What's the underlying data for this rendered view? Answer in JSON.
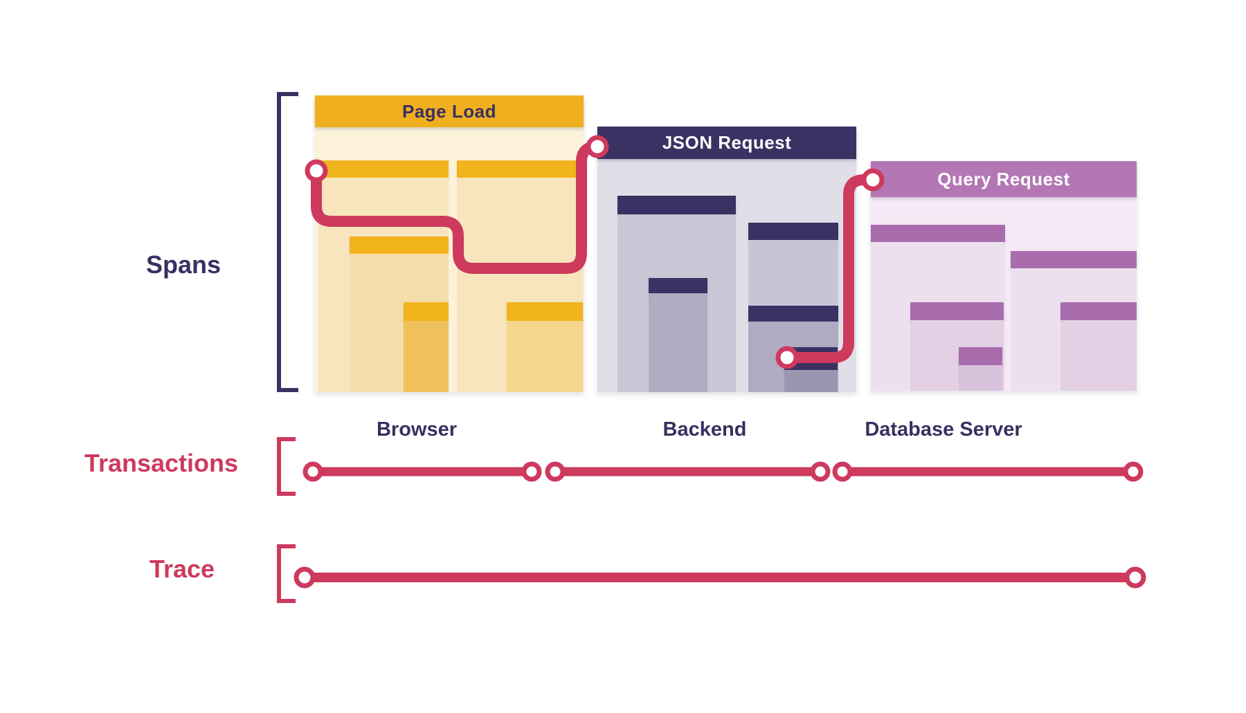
{
  "labels": {
    "spans": "Spans",
    "transactions": "Transactions",
    "trace": "Trace"
  },
  "cards": [
    {
      "title": "Page Load",
      "server": "Browser",
      "theme": "yellow"
    },
    {
      "title": "JSON Request",
      "server": "Backend",
      "theme": "navy"
    },
    {
      "title": "Query Request",
      "server": "Database Server",
      "theme": "purple"
    }
  ],
  "colors": {
    "crimson": "#CE395E",
    "navy": "#3B3163",
    "yellow": "#F0B01E",
    "purple": "#B277B4",
    "text": "#3A2F60"
  }
}
